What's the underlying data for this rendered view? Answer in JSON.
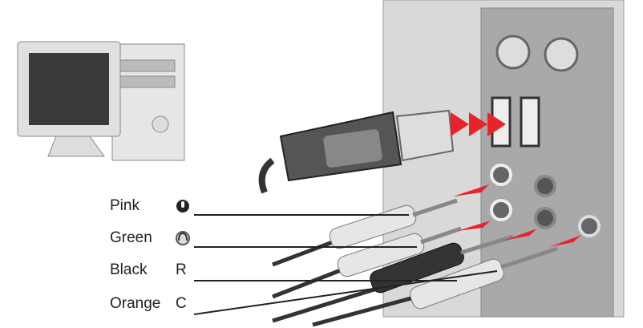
{
  "labels": [
    {
      "color_name": "Pink",
      "symbol": "microphone-icon"
    },
    {
      "color_name": "Green",
      "symbol": "headphones-icon"
    },
    {
      "color_name": "Black",
      "symbol_text": "R"
    },
    {
      "color_name": "Orange",
      "symbol_text": "C"
    }
  ],
  "colors": {
    "arrow": "#e8232a",
    "panel": "#d9d9d9",
    "panel_dark": "#a9a9a9",
    "cable": "#333333"
  }
}
